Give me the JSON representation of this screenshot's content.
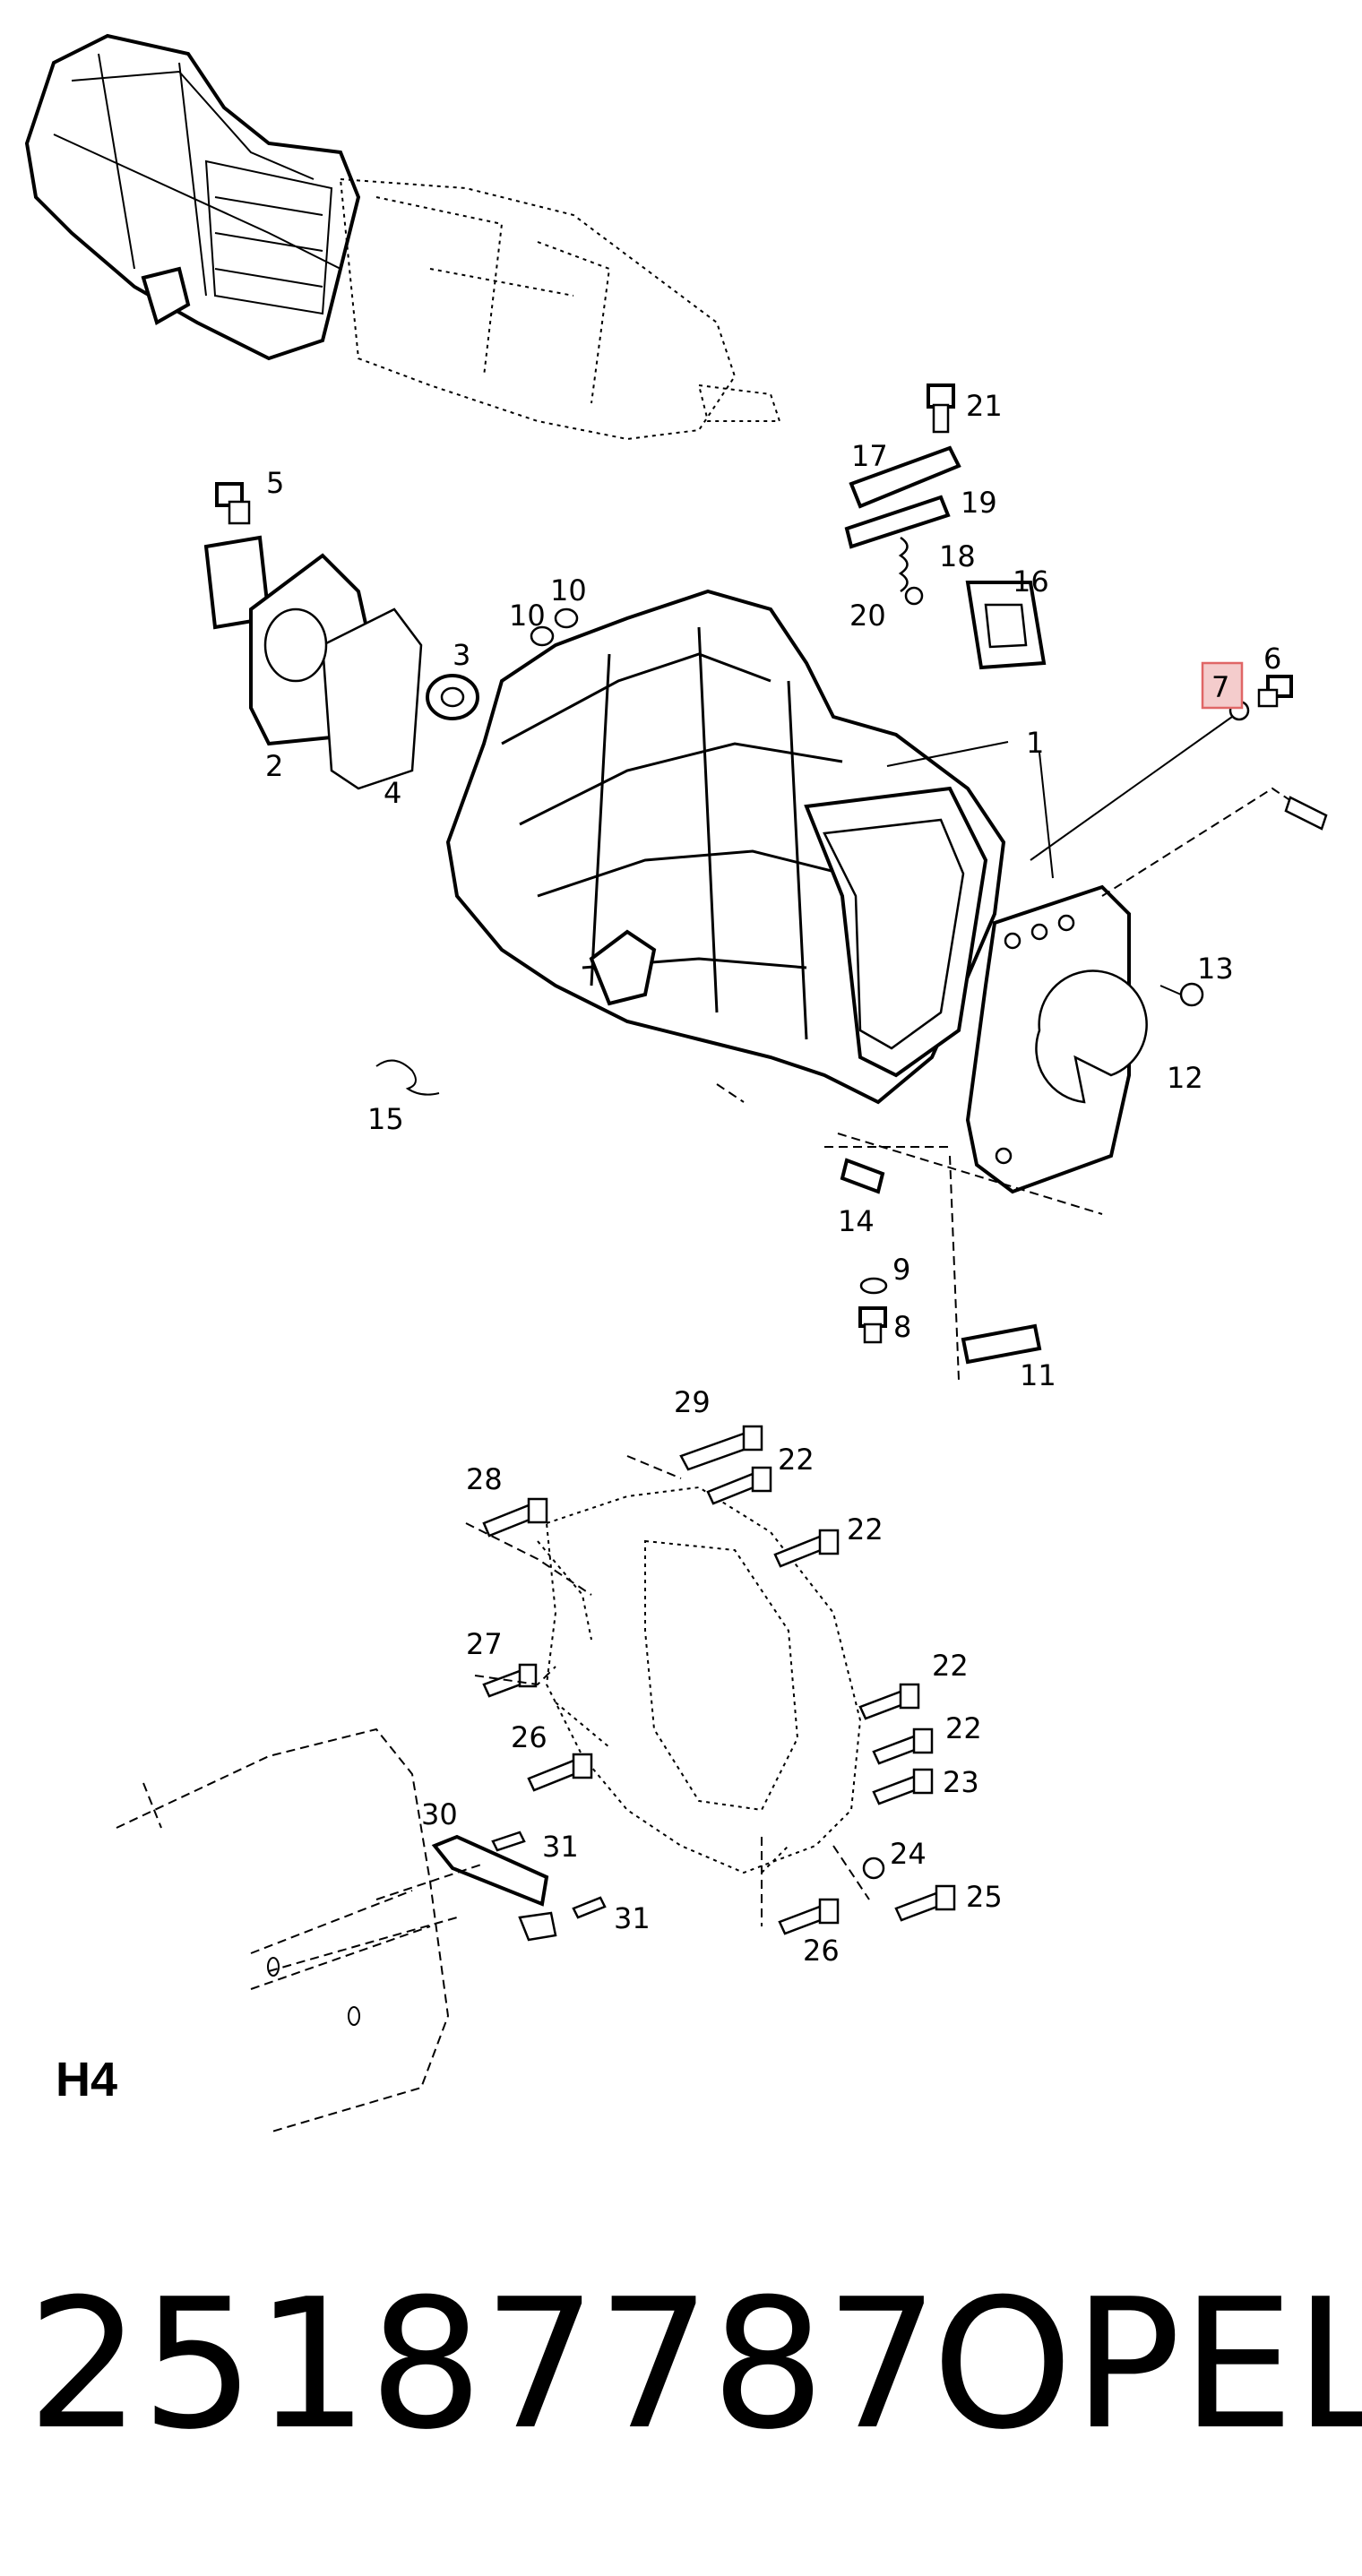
{
  "section_code": "H4",
  "part_number": "25187787",
  "brand": "OPEL",
  "highlighted_callout": "7",
  "callouts": [
    "1",
    "2",
    "3",
    "4",
    "5",
    "6",
    "7",
    "8",
    "9",
    "10",
    "10",
    "11",
    "12",
    "13",
    "14",
    "15",
    "16",
    "17",
    "18",
    "19",
    "20",
    "21",
    "22",
    "22",
    "22",
    "22",
    "23",
    "24",
    "25",
    "26",
    "26",
    "27",
    "28",
    "29",
    "30",
    "31",
    "31"
  ],
  "colors": {
    "line": "#000000",
    "highlight_border": "#e06666",
    "highlight_fill": "#f4cccc"
  }
}
